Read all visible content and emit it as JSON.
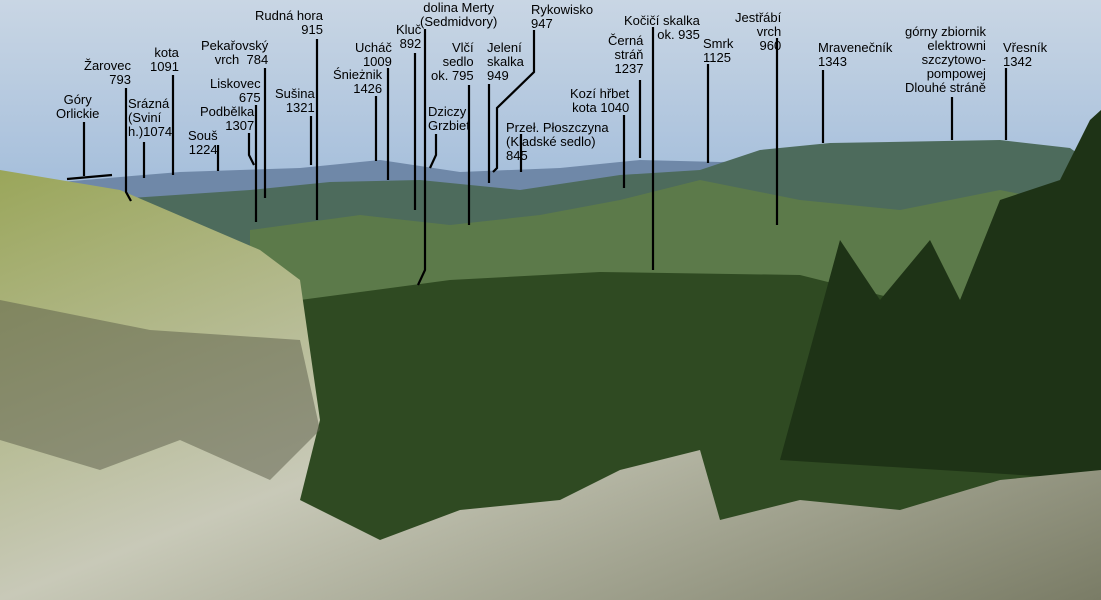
{
  "labels": [
    "Góry\nOrlickie",
    "Žarovec\n793",
    "kota\n1091",
    "Srázná\n(Sviní\nh.)1074",
    "Pekařovský\nvrch  784",
    "Liskovec\n675",
    "Podbělka\n1307",
    "Souš\n1224",
    "Rudná hora\n915",
    "Sušina\n1321",
    "Śnieżnik\n1426",
    "Ucháč\n1009",
    "Kluč\n892",
    "dolina Merty\n(Sedmidvory)",
    "Vlčí\nsedlo\nok. 795",
    "Dziczy\nGrzbiet",
    "Jelení\nskalka\n949",
    "Rykowisko\n947",
    "Przeł. Płoszczyna\n(Kladské sedlo)\n845",
    "Kozí hřbet\nkota 1040",
    "Černá\nstráň\n1237",
    "Kočičí skalka\nok. 935",
    "Smrk\n1125",
    "Jestřábí\nvrch\n960",
    "Mravenečník\n1343",
    "górny zbiornik\nelektrowni\nszczytowo-\npompowej\nDlouhé stráně",
    "Vřesník\n1342"
  ]
}
